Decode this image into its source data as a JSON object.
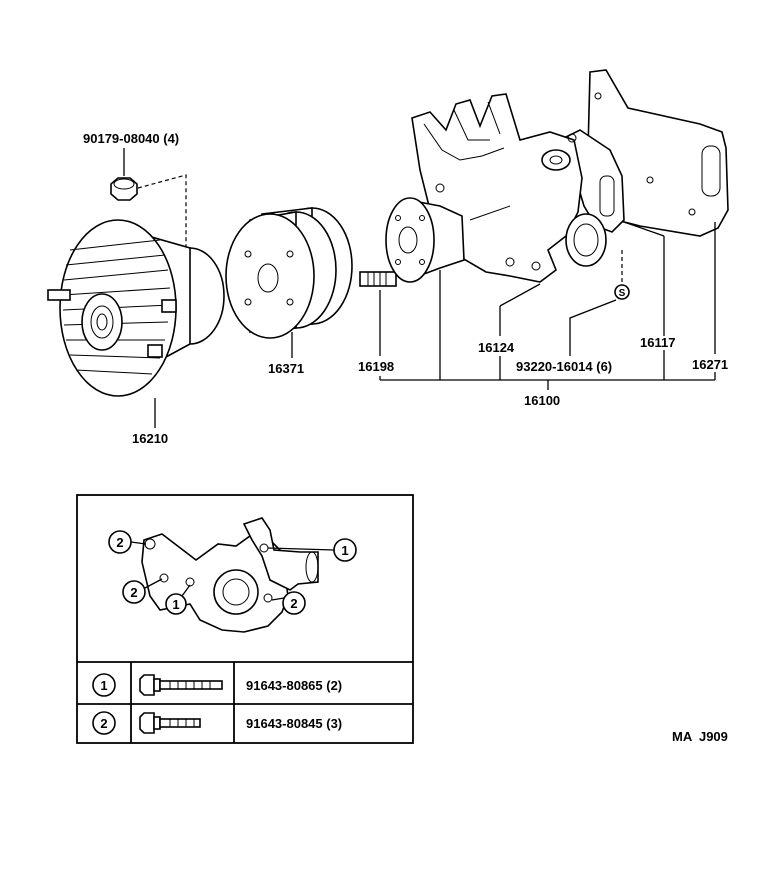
{
  "labels": {
    "nut": "90179-08040 (4)",
    "fan_clutch": "16210",
    "pulley": "16371",
    "stud": "16198",
    "pump_body": "16124",
    "gasket_sub": "16117",
    "gasket_main": "16271",
    "bolt_assy": "93220-16014 (6)",
    "assembly": "16100",
    "mark_s": "S"
  },
  "inset": {
    "callouts": [
      "2",
      "1",
      "2",
      "1",
      "2"
    ],
    "rows": [
      {
        "mark": "1",
        "part_no": "91643-80865 (2)"
      },
      {
        "mark": "2",
        "part_no": "91643-80845 (3)"
      }
    ]
  },
  "footer": {
    "code": "MA  J909"
  }
}
